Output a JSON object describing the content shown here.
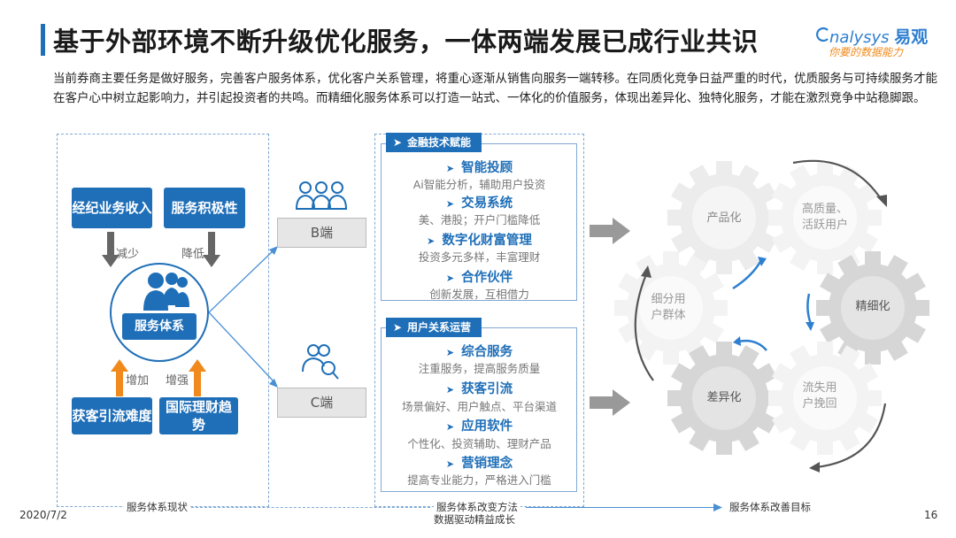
{
  "header": {
    "title": "基于外部环境不断升级优化服务，一体两端发展已成行业共识",
    "logo_brand": "nalysys",
    "logo_cn": "易观",
    "logo_tagline": "你要的数据能力"
  },
  "intro_text": "当前券商主要任务是做好服务，完善客户服务体系，优化客户关系管理，将重心逐渐从销售向服务一端转移。在同质化竞争日益严重的时代，优质服务与可持续服务才能在客户心中树立起影响力，并引起投资者的共鸣。而精细化服务体系可以打造一站式、一体化的价值服务，体现出差异化、独特化服务，才能在激烈竞争中站稳脚跟。",
  "left": {
    "box_brokerage": "经纪业务收入",
    "box_service": "服务积极性",
    "label_reduce": "减少",
    "label_lower": "降低",
    "center_label": "服务体系",
    "box_acquisition": "获客引流难度",
    "box_wealth": "国际理财趋势",
    "label_increase": "增加",
    "label_enhance": "增强"
  },
  "endpoints": {
    "b": "B端",
    "c": "C端"
  },
  "panel_fintech": {
    "tag": "金融技术赋能",
    "items": [
      {
        "title": "智能投顾",
        "desc": "Ai智能分析，辅助用户投资"
      },
      {
        "title": "交易系统",
        "desc": "美、港股；开户门槛降低"
      },
      {
        "title": "数字化财富管理",
        "desc": "投资多元多样，丰富理财"
      },
      {
        "title": "合作伙伴",
        "desc": "创新发展，互相借力"
      }
    ]
  },
  "panel_crm": {
    "tag": "用户关系运营",
    "items": [
      {
        "title": "综合服务",
        "desc": "注重服务，提高服务质量"
      },
      {
        "title": "获客引流",
        "desc": "场景偏好、用户触点、平台渠道"
      },
      {
        "title": "应用软件",
        "desc": "个性化、投资辅助、理财产品"
      },
      {
        "title": "营销理念",
        "desc": "提高专业能力，严格进入门槛"
      }
    ]
  },
  "gears": {
    "productize": "产品化",
    "quality": "高质量、活跃用户",
    "segment": "细分用户群体",
    "refine": "精细化",
    "differentiate": "差异化",
    "recall": "流失用户挽回"
  },
  "footer": {
    "date": "2020/7/2",
    "page": "16",
    "flow_current": "服务体系现状",
    "flow_method": "服务体系改变方法",
    "flow_method_sub": "数据驱动精益成长",
    "flow_goal": "服务体系改善目标"
  },
  "colors": {
    "primary": "#1f6fb8",
    "accent_orange": "#f08a1c",
    "arrow_grey": "#666666",
    "gear_light": "#eeeeee",
    "gear_dark": "#d0d0d0"
  }
}
